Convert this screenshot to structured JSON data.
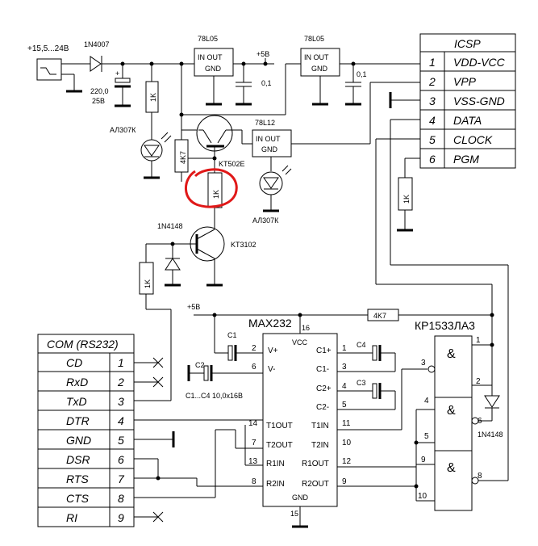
{
  "supply": {
    "input": "+15,5...24В",
    "diode": "1N4007",
    "cap_value": "220,0",
    "cap_voltage": "25В"
  },
  "regulators": {
    "reg1": "78L05",
    "reg2": "78L05",
    "reg3": "78L12",
    "in_out": "IN  OUT",
    "gnd": "GND",
    "rail_5v": "+5В",
    "cap_a": "0,1",
    "cap_b": "0,1"
  },
  "parts": {
    "r_1k_a": "1K",
    "led1": "АЛ307К",
    "r_4k7": "4K7",
    "transistor1": "KT502E",
    "r_1k_b": "1K",
    "led2": "АЛ307К",
    "diode2": "1N4148",
    "transistor2": "KT3102",
    "r_1k_c": "1K",
    "r_1k_d": "1K"
  },
  "icsp": {
    "title": "ICSP",
    "pins": [
      {
        "num": "1",
        "name": "VDD-VCC"
      },
      {
        "num": "2",
        "name": "VPP"
      },
      {
        "num": "3",
        "name": "VSS-GND"
      },
      {
        "num": "4",
        "name": "DATA"
      },
      {
        "num": "5",
        "name": "CLOCK"
      },
      {
        "num": "6",
        "name": "PGM"
      }
    ]
  },
  "com": {
    "title": "COM (RS232)",
    "pins": [
      {
        "name": "CD",
        "num": "1"
      },
      {
        "name": "RxD",
        "num": "2"
      },
      {
        "name": "TxD",
        "num": "3"
      },
      {
        "name": "DTR",
        "num": "4"
      },
      {
        "name": "GND",
        "num": "5"
      },
      {
        "name": "DSR",
        "num": "6"
      },
      {
        "name": "RTS",
        "num": "7"
      },
      {
        "name": "CTS",
        "num": "8"
      },
      {
        "name": "RI",
        "num": "9"
      }
    ]
  },
  "max232": {
    "title": "MAX232",
    "vcc": "VCC",
    "gnd": "GND",
    "pin16": "16",
    "pin15": "15",
    "plus5": "+5В",
    "left_pins": [
      {
        "num": "2",
        "name": "V+"
      },
      {
        "num": "6",
        "name": "V-"
      },
      {
        "num": "14",
        "name": "T1OUT"
      },
      {
        "num": "7",
        "name": "T2OUT"
      },
      {
        "num": "13",
        "name": "R1IN"
      },
      {
        "num": "8",
        "name": "R2IN"
      }
    ],
    "right_pins": [
      {
        "num": "1",
        "name": "C1+"
      },
      {
        "num": "3",
        "name": "C1-"
      },
      {
        "num": "4",
        "name": "C2+"
      },
      {
        "num": "5",
        "name": "C2-"
      },
      {
        "num": "11",
        "name": "T1IN"
      },
      {
        "num": "10",
        "name": "T2IN"
      },
      {
        "num": "12",
        "name": "R1OUT"
      },
      {
        "num": "9",
        "name": "R2OUT"
      }
    ],
    "caps": {
      "c1": "C1",
      "c2": "C2",
      "c3": "C3",
      "c4": "C4",
      "note": "C1...C4 10,0x16В"
    }
  },
  "logic": {
    "title": "КР1533ЛА3",
    "amp": "&",
    "pullup": "4K7",
    "diode": "1N4148",
    "pins": [
      "1",
      "2",
      "3",
      "4",
      "5",
      "6",
      "9",
      "10",
      "8"
    ]
  }
}
